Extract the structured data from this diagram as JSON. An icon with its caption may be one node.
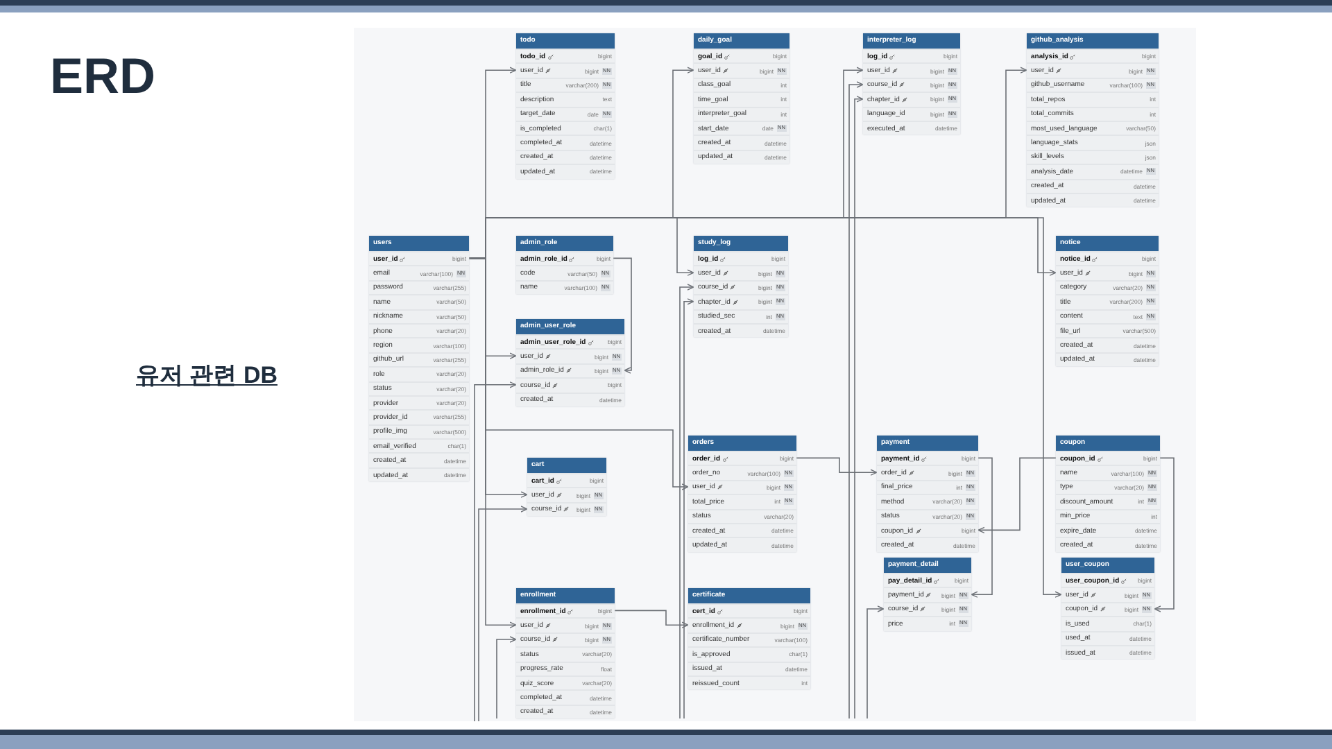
{
  "diagram": {
    "title": "ERD",
    "nodes": [
      {
        "text": [
          "todo"
        ]
      },
      {
        "text": [
          "todo_id",
          "bigint"
        ],
        "in": 0
      },
      {
        "text": [
          "user_id",
          "bigint",
          "NN"
        ],
        "in": 0
      },
      {
        "text": [
          "title",
          "varchar(200)",
          "NN"
        ],
        "in": 0
      },
      {
        "text": [
          "description",
          "text"
        ],
        "in": 0
      },
      {
        "text": [
          "target_date",
          "date",
          "NN"
        ],
        "in": 0
      },
      {
        "text": [
          "is_completed",
          "char(1)"
        ],
        "in": 0
      },
      {
        "text": [
          "completed_at",
          "datetime"
        ],
        "in": 0
      },
      {
        "text": [
          "created_at",
          "datetime"
        ],
        "in": 0
      },
      {
        "text": [
          "updated_at",
          "datetime"
        ],
        "in": 0
      },
      {
        "text": [
          "daily_goal"
        ]
      },
      {
        "text": [
          "goal_id",
          "bigint"
        ],
        "in": 10
      },
      {
        "text": [
          "user_id",
          "bigint",
          "NN"
        ],
        "in": 10
      },
      {
        "text": [
          "class_goal",
          "int"
        ],
        "in": 10
      },
      {
        "text": [
          "time_goal",
          "int"
        ],
        "in": 10
      },
      {
        "text": [
          "interpreter_goal",
          "int"
        ],
        "in": 10
      },
      {
        "text": [
          "start_date",
          "date",
          "NN"
        ],
        "in": 10
      },
      {
        "text": [
          "created_at",
          "datetime"
        ],
        "in": 10
      },
      {
        "text": [
          "updated_at",
          "datetime"
        ],
        "in": 10
      },
      {
        "text": [
          "interpreter_log"
        ]
      },
      {
        "text": [
          "log_id",
          "bigint"
        ],
        "in": 19
      },
      {
        "text": [
          "user_id",
          "bigint",
          "NN"
        ],
        "in": 19
      },
      {
        "text": [
          "course_id",
          "bigint",
          "NN"
        ],
        "in": 19
      },
      {
        "text": [
          "chapter_id",
          "bigint",
          "NN"
        ],
        "in": 19
      },
      {
        "text": [
          "language_id",
          "bigint",
          "NN"
        ],
        "in": 19
      },
      {
        "text": [
          "executed_at",
          "datetime"
        ],
        "in": 19
      },
      {
        "text": [
          "github_analysis"
        ]
      },
      {
        "text": [
          "analysis_id",
          "bigint"
        ],
        "in": 26
      },
      {
        "text": [
          "user_id",
          "bigint",
          "NN"
        ],
        "in": 26
      },
      {
        "text": [
          "github_username",
          "varchar(100)",
          "NN"
        ],
        "in": 26
      },
      {
        "text": [
          "total_repos",
          "int"
        ],
        "in": 26
      },
      {
        "text": [
          "total_commits",
          "int"
        ],
        "in": 26
      },
      {
        "text": [
          "most_used_language",
          "varchar(50)"
        ],
        "in": 26
      },
      {
        "text": [
          "language_stats",
          "json"
        ],
        "in": 26
      },
      {
        "text": [
          "skill_levels",
          "json"
        ],
        "in": 26
      },
      {
        "text": [
          "analysis_date",
          "datetime",
          "NN"
        ],
        "in": 26
      },
      {
        "text": [
          "created_at",
          "datetime"
        ],
        "in": 26
      },
      {
        "text": [
          "updated_at",
          "datetime"
        ],
        "in": 26
      },
      {
        "text": [
          "users"
        ]
      },
      {
        "text": [
          "user_id",
          "bigint"
        ],
        "in": 38
      },
      {
        "text": [
          "email",
          "varchar(100)",
          "NN"
        ],
        "in": 38
      },
      {
        "text": [
          "password",
          "varchar(255)"
        ],
        "in": 38
      },
      {
        "text": [
          "name",
          "varchar(50)"
        ],
        "in": 38
      },
      {
        "text": [
          "nickname",
          "varchar(50)"
        ],
        "in": 38
      },
      {
        "text": [
          "phone",
          "varchar(20)"
        ],
        "in": 38
      },
      {
        "text": [
          "region",
          "varchar(100)"
        ],
        "in": 38
      },
      {
        "text": [
          "github_url",
          "varchar(255)"
        ],
        "in": 38
      },
      {
        "text": [
          "role",
          "varchar(20)"
        ],
        "in": 38
      },
      {
        "text": [
          "status",
          "varchar(20)"
        ],
        "in": 38
      },
      {
        "text": [
          "provider",
          "varchar(20)"
        ],
        "in": 38
      },
      {
        "text": [
          "provider_id",
          "varchar(255)"
        ],
        "in": 38
      },
      {
        "text": [
          "profile_img",
          "varchar(500)"
        ],
        "in": 38
      },
      {
        "text": [
          "email_verified",
          "char(1)"
        ],
        "in": 38
      },
      {
        "text": [
          "created_at",
          "datetime"
        ],
        "in": 38
      },
      {
        "text": [
          "updated_at",
          "datetime"
        ],
        "in": 38
      },
      {
        "text": [
          "admin_role"
        ]
      },
      {
        "text": [
          "admin_role_id",
          "bigint"
        ],
        "in": 55
      },
      {
        "text": [
          "code",
          "varchar(50)",
          "NN"
        ],
        "in": 55
      },
      {
        "text": [
          "name",
          "varchar(100)",
          "NN"
        ],
        "in": 55
      },
      {
        "text": [
          "admin_user_role"
        ]
      },
      {
        "text": [
          "admin_user_role_id",
          "bigint"
        ],
        "in": 59
      },
      {
        "text": [
          "user_id",
          "bigint",
          "NN"
        ],
        "in": 59
      },
      {
        "text": [
          "admin_role_id",
          "bigint",
          "NN"
        ],
        "in": 59
      },
      {
        "text": [
          "course_id",
          "bigint"
        ],
        "in": 59
      },
      {
        "text": [
          "created_at",
          "datetime"
        ],
        "in": 59
      },
      {
        "text": [
          "study_log"
        ]
      },
      {
        "text": [
          "log_id",
          "bigint"
        ],
        "in": 65
      },
      {
        "text": [
          "user_id",
          "bigint",
          "NN"
        ],
        "in": 65
      },
      {
        "text": [
          "course_id",
          "bigint",
          "NN"
        ],
        "in": 65
      },
      {
        "text": [
          "chapter_id",
          "bigint",
          "NN"
        ],
        "in": 65
      },
      {
        "text": [
          "studied_sec",
          "int",
          "NN"
        ],
        "in": 65
      },
      {
        "text": [
          "created_at",
          "datetime"
        ],
        "in": 65
      },
      {
        "text": [
          "notice"
        ]
      },
      {
        "text": [
          "notice_id",
          "bigint"
        ],
        "in": 72
      },
      {
        "text": [
          "user_id",
          "bigint",
          "NN"
        ],
        "in": 72
      },
      {
        "text": [
          "category",
          "varchar(20)",
          "NN"
        ],
        "in": 72
      },
      {
        "text": [
          "title",
          "varchar(200)",
          "NN"
        ],
        "in": 72
      },
      {
        "text": [
          "content",
          "text",
          "NN"
        ],
        "in": 72
      },
      {
        "text": [
          "file_url",
          "varchar(500)"
        ],
        "in": 72
      },
      {
        "text": [
          "created_at",
          "datetime"
        ],
        "in": 72
      },
      {
        "text": [
          "updated_at",
          "datetime"
        ],
        "in": 72
      },
      {
        "text": [
          "cart"
        ]
      },
      {
        "text": [
          "cart_id",
          "bigint"
        ],
        "in": 81
      },
      {
        "text": [
          "user_id",
          "bigint",
          "NN"
        ],
        "in": 81
      },
      {
        "text": [
          "course_id",
          "bigint",
          "NN"
        ],
        "in": 81
      },
      {
        "text": [
          "orders"
        ]
      },
      {
        "text": [
          "order_id",
          "bigint"
        ],
        "in": 85
      },
      {
        "text": [
          "order_no",
          "varchar(100)",
          "NN"
        ],
        "in": 85
      },
      {
        "text": [
          "user_id",
          "bigint",
          "NN"
        ],
        "in": 85
      },
      {
        "text": [
          "total_price",
          "int",
          "NN"
        ],
        "in": 85
      },
      {
        "text": [
          "status",
          "varchar(20)"
        ],
        "in": 85
      },
      {
        "text": [
          "created_at",
          "datetime"
        ],
        "in": 85
      },
      {
        "text": [
          "updated_at",
          "datetime"
        ],
        "in": 85
      },
      {
        "text": [
          "payment"
        ]
      },
      {
        "text": [
          "payment_id",
          "bigint"
        ],
        "in": 93
      },
      {
        "text": [
          "order_id",
          "bigint",
          "NN"
        ],
        "in": 93
      },
      {
        "text": [
          "final_price",
          "int",
          "NN"
        ],
        "in": 93
      },
      {
        "text": [
          "method",
          "varchar(20)",
          "NN"
        ],
        "in": 93
      },
      {
        "text": [
          "status",
          "varchar(20)",
          "NN"
        ],
        "in": 93
      },
      {
        "text": [
          "coupon_id",
          "bigint"
        ],
        "in": 93
      },
      {
        "text": [
          "created_at",
          "datetime"
        ],
        "in": 93
      },
      {
        "text": [
          "coupon"
        ]
      },
      {
        "text": [
          "coupon_id",
          "bigint"
        ],
        "in": 101
      },
      {
        "text": [
          "name",
          "varchar(100)",
          "NN"
        ],
        "in": 101
      },
      {
        "text": [
          "type",
          "varchar(20)",
          "NN"
        ],
        "in": 101
      },
      {
        "text": [
          "discount_amount",
          "int",
          "NN"
        ],
        "in": 101
      },
      {
        "text": [
          "min_price",
          "int"
        ],
        "in": 101
      },
      {
        "text": [
          "expire_date",
          "datetime"
        ],
        "in": 101
      },
      {
        "text": [
          "created_at",
          "datetime"
        ],
        "in": 101
      },
      {
        "text": [
          "payment_detail"
        ]
      },
      {
        "text": [
          "pay_detail_id",
          "bigint"
        ],
        "in": 109
      },
      {
        "text": [
          "payment_id",
          "bigint",
          "NN"
        ],
        "in": 109
      },
      {
        "text": [
          "course_id",
          "bigint",
          "NN"
        ],
        "in": 109
      },
      {
        "text": [
          "price",
          "int",
          "NN"
        ],
        "in": 109
      },
      {
        "text": [
          "user_coupon"
        ]
      },
      {
        "text": [
          "user_coupon_id",
          "bigint"
        ],
        "in": 114
      },
      {
        "text": [
          "user_id",
          "bigint",
          "NN"
        ],
        "in": 114
      },
      {
        "text": [
          "coupon_id",
          "bigint",
          "NN"
        ],
        "in": 114
      },
      {
        "text": [
          "is_used",
          "char(1)"
        ],
        "in": 114
      },
      {
        "text": [
          "used_at",
          "datetime"
        ],
        "in": 114
      },
      {
        "text": [
          "issued_at",
          "datetime"
        ],
        "in": 114
      },
      {
        "text": [
          "enrollment"
        ]
      },
      {
        "text": [
          "enrollment_id",
          "bigint"
        ],
        "in": 121
      },
      {
        "text": [
          "user_id",
          "bigint",
          "NN"
        ],
        "in": 121
      },
      {
        "text": [
          "course_id",
          "bigint",
          "NN"
        ],
        "in": 121
      },
      {
        "text": [
          "status",
          "varchar(20)"
        ],
        "in": 121
      },
      {
        "text": [
          "progress_rate",
          "float"
        ],
        "in": 121
      },
      {
        "text": [
          "quiz_score",
          "varchar(20)"
        ],
        "in": 121
      },
      {
        "text": [
          "completed_at",
          "datetime"
        ],
        "in": 121
      },
      {
        "text": [
          "created_at",
          "datetime"
        ],
        "in": 121
      },
      {
        "text": [
          "certificate"
        ]
      },
      {
        "text": [
          "cert_id",
          "bigint"
        ],
        "in": 130
      },
      {
        "text": [
          "enrollment_id",
          "bigint",
          "NN"
        ],
        "in": 130
      },
      {
        "text": [
          "certificate_number",
          "varchar(100)"
        ],
        "in": 130
      },
      {
        "text": [
          "is_approved",
          "char(1)"
        ],
        "in": 130
      },
      {
        "text": [
          "issued_at",
          "datetime"
        ],
        "in": 130
      },
      {
        "text": [
          "reissued_count",
          "int"
        ],
        "in": 130
      }
    ],
    "edges": [
      {
        "from": 39,
        "to": 2,
        "arrow": "to"
      },
      {
        "from": 39,
        "to": 12,
        "arrow": "to"
      },
      {
        "from": 39,
        "to": 21,
        "arrow": "to"
      },
      {
        "from": 39,
        "to": 28,
        "arrow": "to"
      },
      {
        "from": 39,
        "to": 61,
        "arrow": "to"
      },
      {
        "from": 56,
        "to": 62,
        "arrow": "to"
      },
      {
        "from": 39,
        "to": 67,
        "arrow": "to"
      },
      {
        "from": 39,
        "to": 74,
        "arrow": "to"
      },
      {
        "from": 39,
        "to": 83,
        "arrow": "to"
      },
      {
        "from": 39,
        "to": 88,
        "arrow": "to"
      },
      {
        "from": 39,
        "to": 116,
        "arrow": "to"
      },
      {
        "from": 39,
        "to": 123,
        "arrow": "to"
      },
      {
        "from": 86,
        "to": 95,
        "arrow": "to"
      },
      {
        "from": 102,
        "to": 99,
        "arrow": "to"
      },
      {
        "from": 94,
        "to": 111,
        "arrow": "to"
      },
      {
        "from": 102,
        "to": 117,
        "arrow": "to"
      },
      {
        "from": 122,
        "to": 132,
        "arrow": "to"
      },
      {
        "from": null,
        "to": 63,
        "arrow": "to"
      },
      {
        "from": null,
        "to": 84,
        "arrow": "to"
      },
      {
        "from": null,
        "to": 124,
        "arrow": "to"
      },
      {
        "from": null,
        "to": 22,
        "arrow": "to"
      },
      {
        "from": null,
        "to": 23,
        "arrow": "to"
      },
      {
        "from": null,
        "to": 68,
        "arrow": "to"
      },
      {
        "from": null,
        "to": 69,
        "arrow": "to"
      },
      {
        "from": null,
        "to": 112,
        "arrow": "to"
      }
    ],
    "labels": [
      "유저 관련 DB"
    ]
  }
}
